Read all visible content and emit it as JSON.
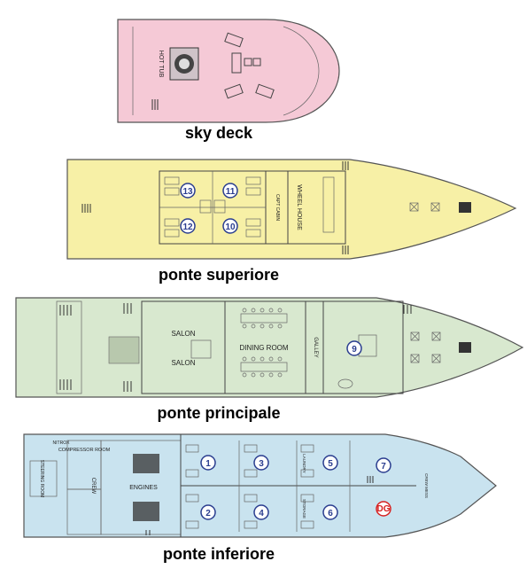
{
  "decks": [
    {
      "key": "sky",
      "title": "sky deck",
      "fill": "#f5c9d6",
      "labels": {
        "hot_tub": "HOT TUB"
      }
    },
    {
      "key": "upper",
      "title": "ponte superiore",
      "fill": "#f7f0a6",
      "labels": {
        "wheel_house": "WHEEL HOUSE",
        "capt_cabin": "CAPT CABIN"
      },
      "cabins": [
        "13",
        "11",
        "12",
        "10"
      ]
    },
    {
      "key": "main",
      "title": "ponte principale",
      "fill": "#d8e8cf",
      "labels": {
        "salon_top": "SALON",
        "salon_bottom": "SALON",
        "dining": "DINING ROOM",
        "galley": "GALLEY"
      },
      "cabins": [
        "9"
      ]
    },
    {
      "key": "lower",
      "title": "ponte inferiore",
      "fill": "#c9e3ef",
      "labels": {
        "compressor": "COMPRESSOR ROOM",
        "engines": "ENGINES",
        "crew": "CREW",
        "steering": "STEERING ROOM",
        "nitrox": "NITROX",
        "laundry": "LAUNDRY",
        "storage": "STORAGE",
        "crew_mess": "CREW MESS"
      },
      "cabins": [
        "1",
        "3",
        "5",
        "7",
        "2",
        "4",
        "6",
        "DG"
      ]
    }
  ],
  "colors": {
    "cabin_badge": "#2a3d8f",
    "dg_badge": "#d62020",
    "stairs": "#333333"
  }
}
